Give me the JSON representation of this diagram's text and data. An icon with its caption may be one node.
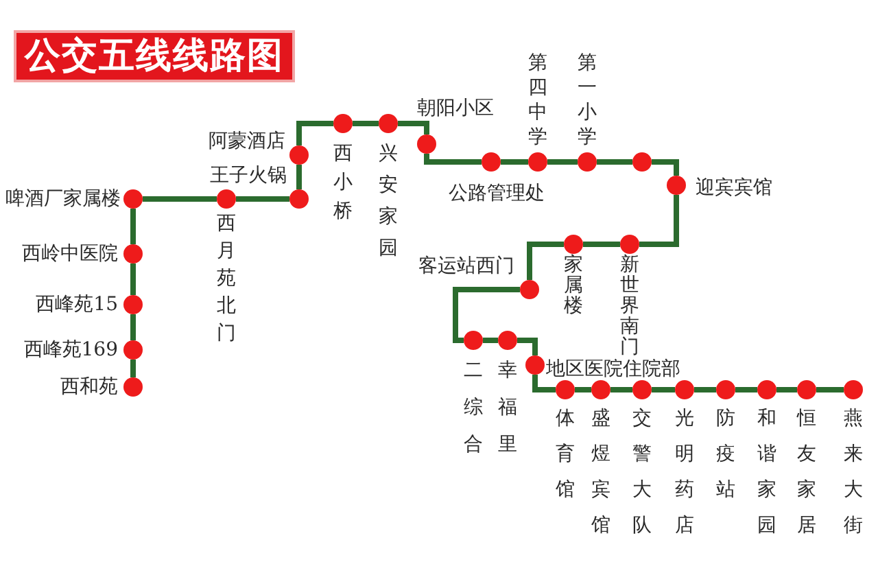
{
  "diagram": {
    "title": "公交五线线路图",
    "nodes": [
      {
        "text": [],
        "shape": "circle",
        "beside": [
          "西和苑"
        ]
      },
      {
        "text": [],
        "shape": "circle",
        "beside": [
          "西峰苑169"
        ]
      },
      {
        "text": [],
        "shape": "circle",
        "beside": [
          "西峰苑15"
        ]
      },
      {
        "text": [],
        "shape": "circle",
        "beside": [
          "西岭中医院"
        ]
      },
      {
        "text": [],
        "shape": "circle",
        "beside": [
          "啤酒厂家属楼"
        ]
      },
      {
        "text": [],
        "shape": "circle",
        "beside": [
          "西月苑北门"
        ]
      },
      {
        "text": [],
        "shape": "circle",
        "beside": [
          "王子火锅"
        ]
      },
      {
        "text": [],
        "shape": "circle",
        "beside": [
          "阿蒙酒店"
        ]
      },
      {
        "text": [],
        "shape": "circle",
        "beside": [
          "西小桥"
        ]
      },
      {
        "text": [],
        "shape": "circle",
        "beside": [
          "兴安家园"
        ]
      },
      {
        "text": [],
        "shape": "circle",
        "beside": [
          "朝阳小区"
        ]
      },
      {
        "text": [],
        "shape": "circle",
        "beside": [
          "公路管理处"
        ]
      },
      {
        "text": [],
        "shape": "circle",
        "beside": [
          "第四中学"
        ]
      },
      {
        "text": [],
        "shape": "circle",
        "beside": [
          "第一小学"
        ]
      },
      {
        "text": [],
        "shape": "circle"
      },
      {
        "text": [],
        "shape": "circle",
        "beside": [
          "迎宾宾馆"
        ]
      },
      {
        "text": [],
        "shape": "circle",
        "beside": [
          "新世界南门"
        ]
      },
      {
        "text": [],
        "shape": "circle",
        "beside": [
          "家属楼"
        ]
      },
      {
        "text": [],
        "shape": "circle",
        "beside": [
          "客运站西门"
        ]
      },
      {
        "text": [],
        "shape": "circle",
        "beside": [
          "二综合"
        ]
      },
      {
        "text": [],
        "shape": "circle",
        "beside": [
          "幸福里"
        ]
      },
      {
        "text": [],
        "shape": "circle",
        "beside": [
          "地区医院住院部"
        ]
      },
      {
        "text": [],
        "shape": "circle",
        "beside": [
          "体育馆"
        ]
      },
      {
        "text": [],
        "shape": "circle",
        "beside": [
          "盛煜宾馆"
        ]
      },
      {
        "text": [],
        "shape": "circle",
        "beside": [
          "交警大队"
        ]
      },
      {
        "text": [],
        "shape": "circle",
        "beside": [
          "光明药店"
        ]
      },
      {
        "text": [],
        "shape": "circle",
        "beside": [
          "防疫站"
        ]
      },
      {
        "text": [],
        "shape": "circle",
        "beside": [
          "和谐家园"
        ]
      },
      {
        "text": [],
        "shape": "circle",
        "beside": [
          "恒友家居"
        ]
      },
      {
        "text": [],
        "shape": "circle",
        "beside": [
          "燕来大街"
        ]
      }
    ],
    "edges": [
      {
        "from": 0,
        "to": 1,
        "arrow": "none"
      },
      {
        "from": 1,
        "to": 2,
        "arrow": "none"
      },
      {
        "from": 2,
        "to": 3,
        "arrow": "none"
      },
      {
        "from": 3,
        "to": 4,
        "arrow": "none"
      },
      {
        "from": 4,
        "to": 5,
        "arrow": "none"
      },
      {
        "from": 5,
        "to": 6,
        "arrow": "none"
      },
      {
        "from": 6,
        "to": 7,
        "arrow": "none"
      },
      {
        "from": 7,
        "to": 8,
        "arrow": "none"
      },
      {
        "from": 8,
        "to": 9,
        "arrow": "none"
      },
      {
        "from": 9,
        "to": 10,
        "arrow": "none"
      },
      {
        "from": 10,
        "to": 11,
        "arrow": "none"
      },
      {
        "from": 11,
        "to": 12,
        "arrow": "none"
      },
      {
        "from": 12,
        "to": 13,
        "arrow": "none"
      },
      {
        "from": 13,
        "to": 14,
        "arrow": "none"
      },
      {
        "from": 14,
        "to": 15,
        "arrow": "none"
      },
      {
        "from": 15,
        "to": 16,
        "arrow": "none"
      },
      {
        "from": 16,
        "to": 17,
        "arrow": "none"
      },
      {
        "from": 17,
        "to": 18,
        "arrow": "none"
      },
      {
        "from": 18,
        "to": 19,
        "arrow": "none"
      },
      {
        "from": 19,
        "to": 20,
        "arrow": "none"
      },
      {
        "from": 20,
        "to": 21,
        "arrow": "none"
      },
      {
        "from": 21,
        "to": 22,
        "arrow": "none"
      },
      {
        "from": 22,
        "to": 23,
        "arrow": "none"
      },
      {
        "from": 23,
        "to": 24,
        "arrow": "none"
      },
      {
        "from": 24,
        "to": 25,
        "arrow": "none"
      },
      {
        "from": 25,
        "to": 26,
        "arrow": "none"
      },
      {
        "from": 26,
        "to": 27,
        "arrow": "none"
      },
      {
        "from": 27,
        "to": 28,
        "arrow": "none"
      },
      {
        "from": 28,
        "to": 29,
        "arrow": "none"
      }
    ]
  }
}
